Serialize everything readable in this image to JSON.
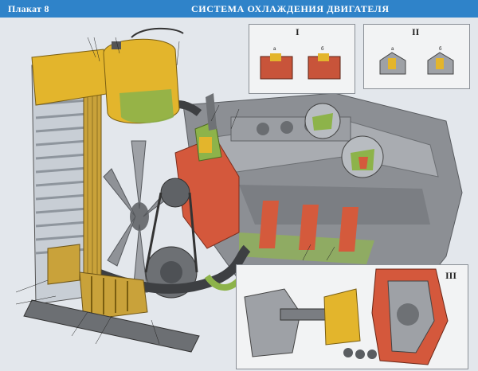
{
  "header": {
    "plate": "Плакат 8",
    "title": "СИСТЕМА ОХЛАЖДЕНИЯ ДВИГАТЕЛЯ"
  },
  "insets": {
    "one": {
      "label": "I",
      "a": "а",
      "b": "б"
    },
    "two": {
      "label": "II",
      "a": "а",
      "b": "б"
    },
    "three": {
      "label": "III"
    }
  },
  "colors": {
    "header_bg": "#2f83c9",
    "radiator": "#c9a23a",
    "coolant": "#d9533a",
    "engine": "#8a8c90",
    "tank": "#e3b52c",
    "green_zone": "#8db34a"
  }
}
